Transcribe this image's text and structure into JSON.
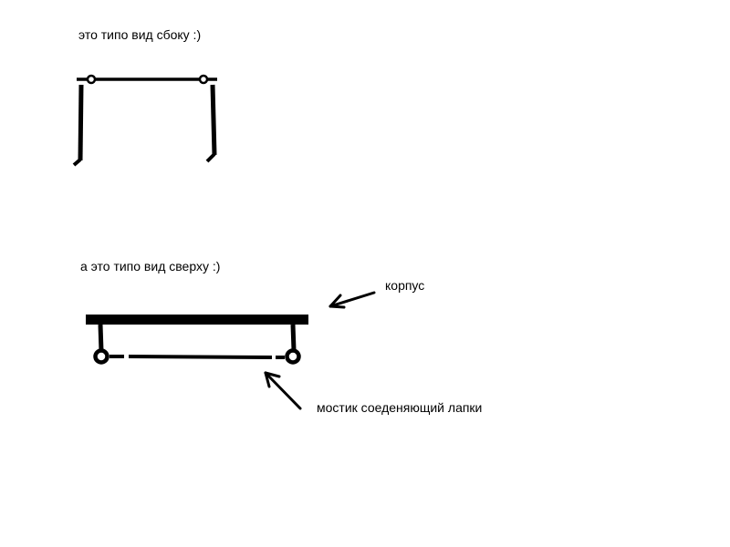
{
  "side_view": {
    "caption": "это типо вид сбоку :)"
  },
  "top_view": {
    "caption": "а это типо вид сверху :)",
    "body_label": "корпус",
    "bridge_label": "мостик соеденяющий лапки"
  },
  "colors": {
    "ink": "#000000",
    "background": "#ffffff"
  }
}
